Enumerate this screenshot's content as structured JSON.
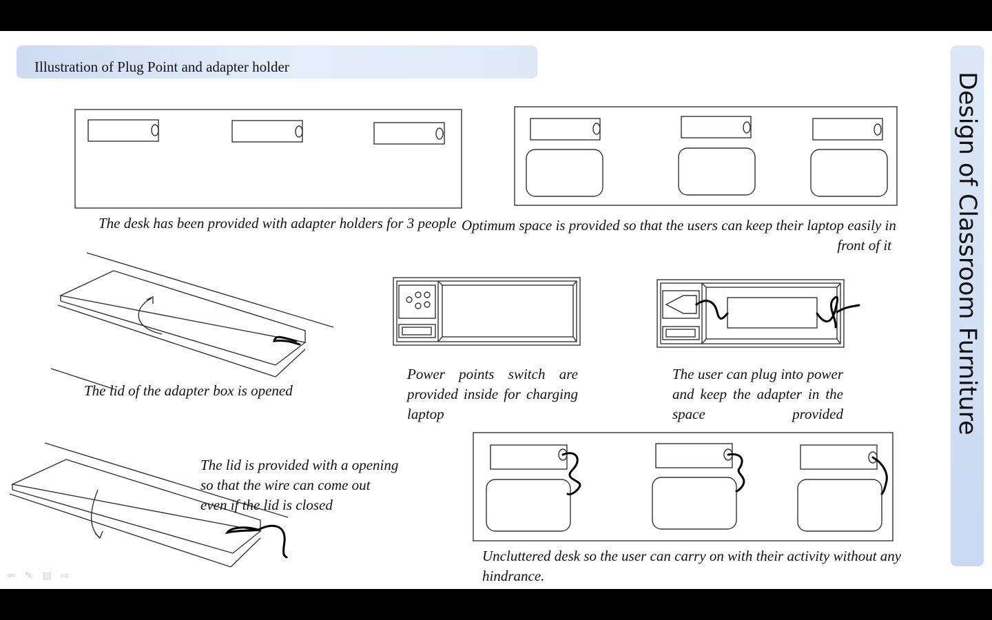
{
  "title": "Illustration of  Plug Point and adapter holder",
  "side_title": "Design of Classroom Furniture",
  "captions": {
    "desk_three": "The  desk has been provided with adapter holders for 3 people",
    "optimum_line1": "Optimum space is provided so that the users can keep their laptop easily in",
    "optimum_line2": "front of it",
    "lid_opened": "The lid   of the adapter box is opened",
    "power_points": "Power points switch are provided inside for charging laptop",
    "plug_adapter": "The user can plug into power and keep the adapter in the space provided",
    "lid_opening": "The lid  is provided with a opening so that the wire can come out  even if the lid  is closed",
    "uncluttered": "Uncluttered desk so the user can carry  on with  their activity without any hindrance."
  },
  "nav_icons": [
    "prev-arrow-icon",
    "pen-icon",
    "menu-icon",
    "next-arrow-icon"
  ]
}
